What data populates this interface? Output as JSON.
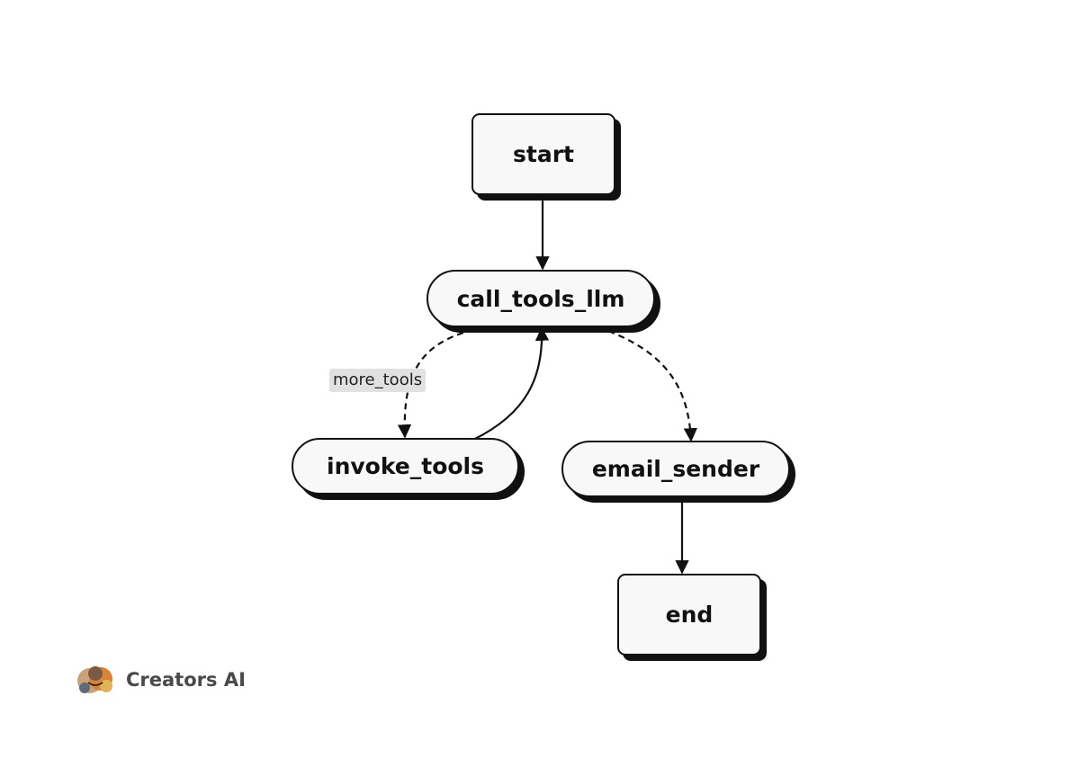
{
  "diagram": {
    "nodes": {
      "start": "start",
      "call_tools_llm": "call_tools_llm",
      "invoke_tools": "invoke_tools",
      "email_sender": "email_sender",
      "end": "end"
    },
    "edges": [
      {
        "from": "start",
        "to": "call_tools_llm",
        "style": "solid"
      },
      {
        "from": "call_tools_llm",
        "to": "invoke_tools",
        "style": "dashed",
        "label": "more_tools"
      },
      {
        "from": "invoke_tools",
        "to": "call_tools_llm",
        "style": "solid"
      },
      {
        "from": "call_tools_llm",
        "to": "email_sender",
        "style": "dashed"
      },
      {
        "from": "email_sender",
        "to": "end",
        "style": "solid"
      }
    ],
    "edge_labels": {
      "more_tools": "more_tools"
    }
  },
  "brand": {
    "name": "Creators AI",
    "logo_icon": "portrait-collage-icon"
  },
  "colors": {
    "node_fill": "#f8f8f8",
    "stroke": "#111111",
    "label_bg": "#e1e1e1",
    "brand_text": "#4a4a4a"
  }
}
